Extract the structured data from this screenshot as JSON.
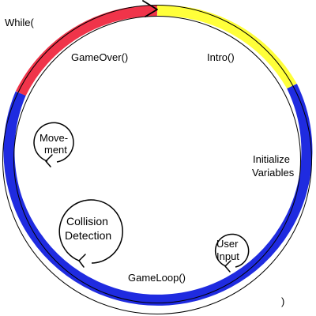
{
  "code": {
    "while_open": "While(",
    "while_close": ")"
  },
  "ring": {
    "segments": [
      {
        "name": "gameover",
        "color": "#f0344a"
      },
      {
        "name": "intro",
        "color": "#ffff3a"
      },
      {
        "name": "gameloop",
        "color": "#1f2be0"
      }
    ]
  },
  "labels": {
    "gameover": "GameOver()",
    "intro": "Intro()",
    "init_line1": "Initialize",
    "init_line2": "Variables",
    "gameloop": "GameLoop()"
  },
  "subloops": {
    "movement_line1": "Move-",
    "movement_line2": "ment",
    "collision_line1": "Collision",
    "collision_line2": "Detection",
    "userinput_line1": "User",
    "userinput_line2": "Input"
  },
  "icons": {
    "main_loop_arrow": "arrow-head-icon",
    "subloop_arrow": "arrow-head-icon"
  }
}
